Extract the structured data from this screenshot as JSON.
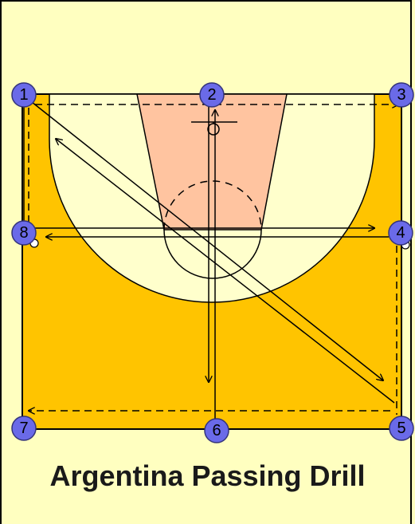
{
  "title": "Argentina Passing Drill",
  "colors": {
    "background": "#ffffc0",
    "court": "#ffc400",
    "key": "#ffc4a0",
    "three_point_area": "#ffffcc",
    "player": "#6a6ae8"
  },
  "players": [
    {
      "id": "p1",
      "label": "1"
    },
    {
      "id": "p2",
      "label": "2"
    },
    {
      "id": "p3",
      "label": "3"
    },
    {
      "id": "p4",
      "label": "4"
    },
    {
      "id": "p5",
      "label": "5"
    },
    {
      "id": "p6",
      "label": "6"
    },
    {
      "id": "p7",
      "label": "7"
    },
    {
      "id": "p8",
      "label": "8"
    }
  ]
}
